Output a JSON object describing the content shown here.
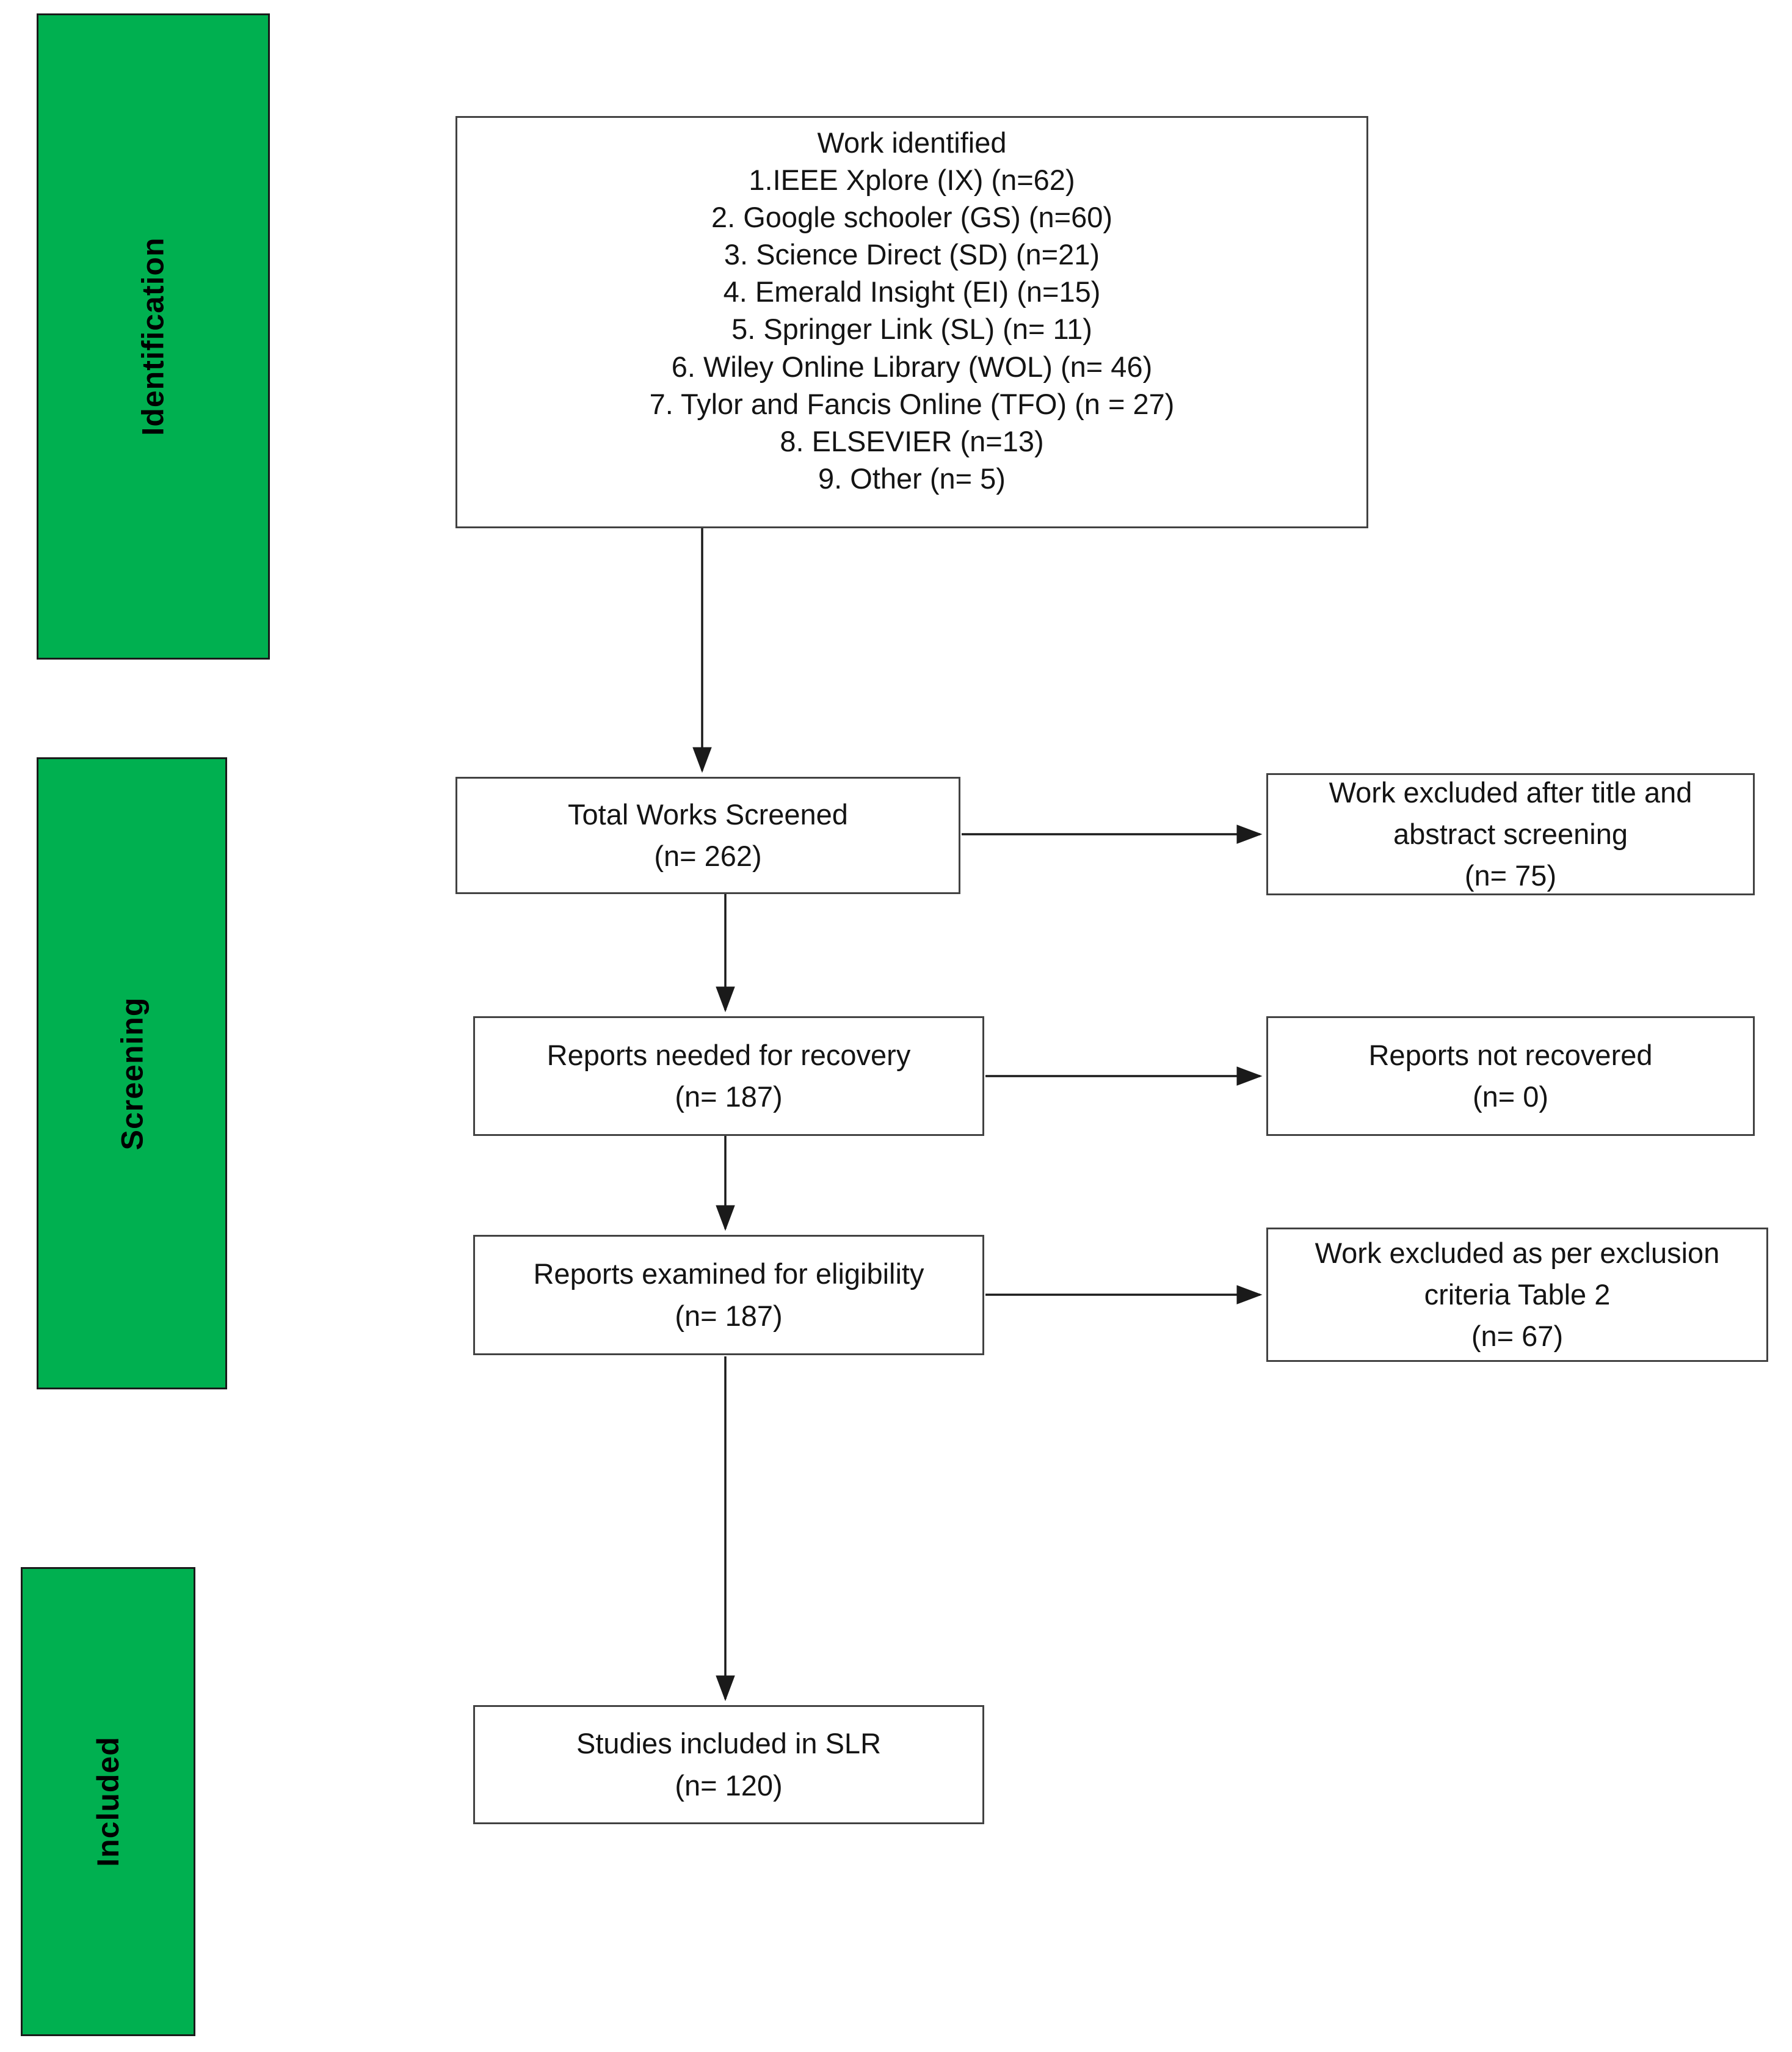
{
  "diagram": {
    "kind": "prisma-flowchart",
    "colors": {
      "stage_fill": "#00B050",
      "stage_border": "#1a1a1a",
      "box_border": "#424242",
      "arrow": "#1a1a1a",
      "text": "#141414"
    },
    "stages": {
      "identification": "Identification",
      "screening": "Screening",
      "included": "Included"
    },
    "boxes": {
      "work_identified": {
        "title": "Work identified",
        "sources": [
          "1.IEEE Xplore (IX) (n=62)",
          "2. Google schooler (GS) (n=60)",
          "3. Science Direct (SD) (n=21)",
          "4. Emerald Insight (EI) (n=15)",
          "5. Springer Link (SL) (n= 11)",
          "6. Wiley Online Library (WOL) (n= 46)",
          "7. Tylor and Fancis Online (TFO) (n = 27)",
          "8. ELSEVIER (n=13)",
          "9. Other (n= 5)"
        ]
      },
      "total_screened": {
        "text": "Total Works Screened",
        "count": "(n= 262)"
      },
      "excluded_title_abstract": {
        "text": "Work excluded after title and abstract screening",
        "count": "(n= 75)"
      },
      "reports_needed": {
        "text": "Reports needed for recovery",
        "count": "(n= 187)"
      },
      "reports_not_recovered": {
        "text": "Reports not recovered",
        "count": "(n= 0)"
      },
      "reports_examined": {
        "text": "Reports examined for eligibility",
        "count": "(n= 187)"
      },
      "excluded_criteria": {
        "text": "Work excluded as per exclusion criteria Table 2",
        "count": "(n= 67)"
      },
      "studies_included": {
        "text": "Studies included in SLR",
        "count": "(n= 120)"
      }
    }
  }
}
